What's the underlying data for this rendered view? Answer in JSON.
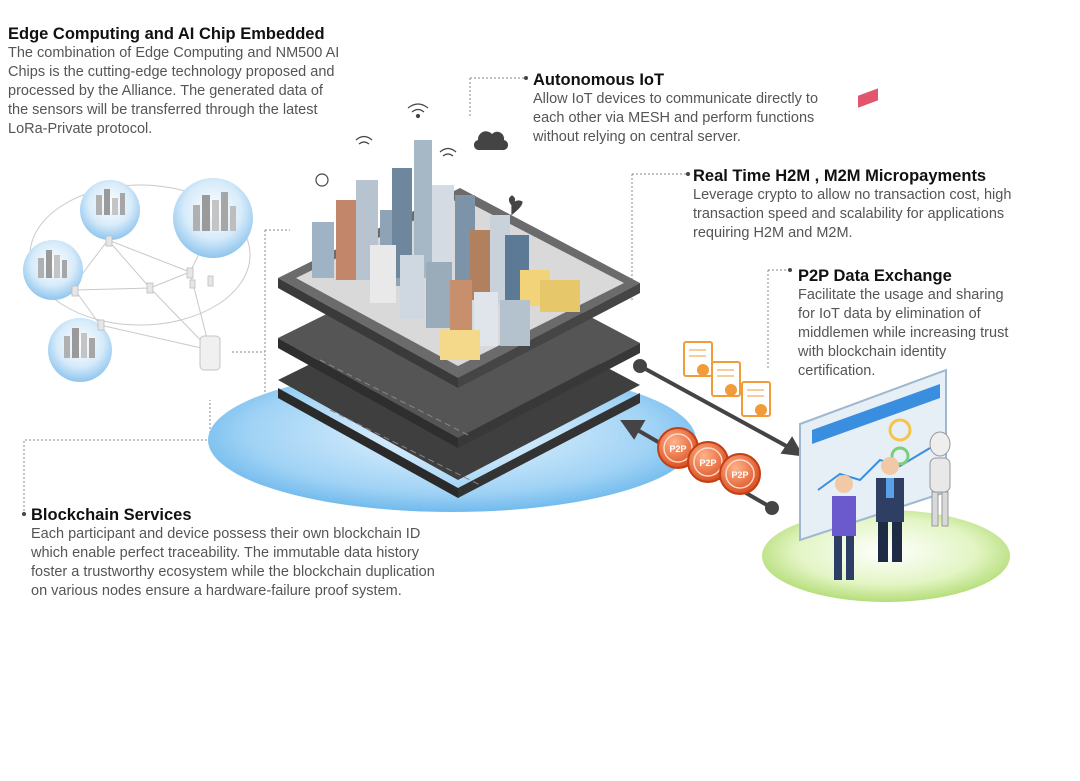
{
  "blocks": {
    "edge": {
      "title": "Edge Computing and AI Chip Embedded",
      "lines": [
        "The combination of Edge Computing and NM500 AI",
        "Chips is the cutting-edge technology proposed and",
        "processed by the Alliance. The generated data of",
        "the sensors will be transferred through the latest",
        "LoRa-Private protocol."
      ]
    },
    "autonomous": {
      "title": "Autonomous IoT",
      "lines": [
        "Allow IoT devices to communicate directly to",
        "each other via MESH and perform functions",
        "without relying on central server."
      ]
    },
    "realtime": {
      "title": "Real Time H2M , M2M Micropayments",
      "lines": [
        "Leverage crypto to allow no transaction cost, high",
        "transaction speed and scalability for applications",
        "requiring H2M and M2M."
      ]
    },
    "p2p": {
      "title": "P2P Data Exchange",
      "lines": [
        "Facilitate the usage and sharing",
        "for IoT data by elimination of",
        "middlemen while increasing trust",
        "with blockchain identity",
        "certification."
      ]
    },
    "blockchain": {
      "title": "Blockchain Services",
      "lines": [
        "Each participant and device possess their own blockchain ID",
        "which enable perfect traceability. The immutable data history",
        "foster a trustworthy ecosystem while the blockchain duplication",
        "on various nodes ensure a hardware-failure proof system."
      ]
    }
  },
  "coins": [
    "P2P",
    "P2P",
    "P2P"
  ],
  "colors": {
    "blue_ellipse": "#7fc3f0",
    "green_ellipse": "#b9e07a",
    "coin": "#e8632a",
    "doc": "#f29b3a",
    "platform": "#4a4a4a",
    "cloud": "#dbe9f7"
  },
  "icons": [
    "wifi-icon",
    "cloud-icon",
    "globe-icon",
    "heart-icon",
    "chart-icon",
    "lock-icon",
    "gear-icon",
    "robot-icon"
  ]
}
